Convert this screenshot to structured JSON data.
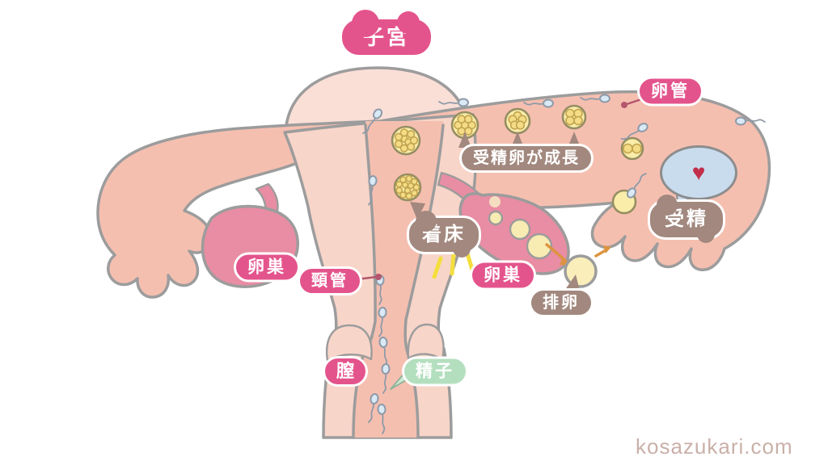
{
  "page": {
    "background": "#ffffff",
    "watermark": "kosazukari.com"
  },
  "diagram": {
    "labels": {
      "uterus": "子宮",
      "fallopian_tube": "卵管",
      "fertilized_egg_growth": "受精卵が成長",
      "fertilization": "受精",
      "implantation": "着床",
      "ovary_left": "卵巣",
      "ovary_right": "卵巣",
      "cervical_canal": "頸管",
      "ovulation": "排卵",
      "vagina": "膣",
      "sperm": "精子"
    },
    "icons": {
      "heart": "♥"
    },
    "colors": {
      "label_pink": "#e4548c",
      "label_taupe": "#a2887e",
      "label_green": "#b4dfbf",
      "heart_bubble_blue": "#c9dcee",
      "heart_red": "#c22f4b",
      "uterus_body_pink": "#f8d5c9",
      "tube_salmon": "#f5bfb0",
      "ovary_rose": "#e88da3",
      "egg_yellow": "#f9eda9",
      "outline_gray": "#9c9c9c",
      "arrow_orange": "#dd9440",
      "ray_yellow": "#f3de3e",
      "watermark_color": "#c9b0a9"
    }
  }
}
